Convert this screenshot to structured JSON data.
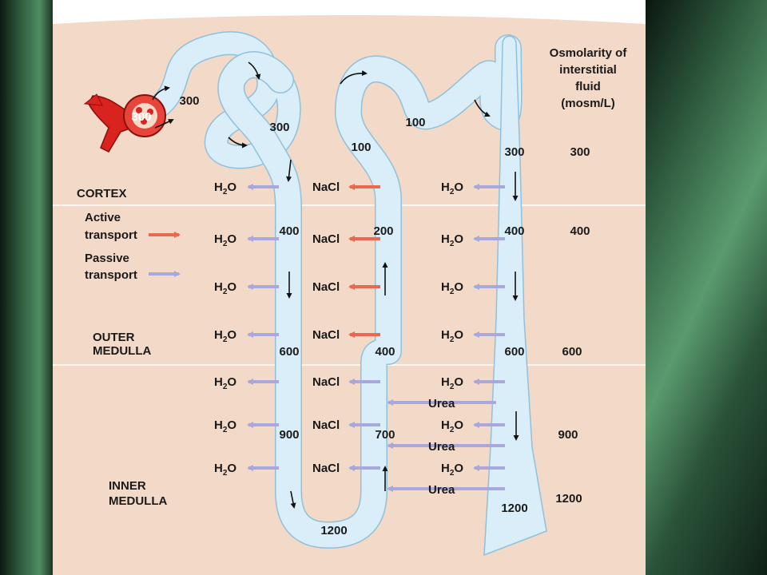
{
  "colors": {
    "background": "#f2d9c8",
    "tubule": "#d9eef8",
    "tubule_outline": "#8fc1dc",
    "active_arrow": "#e8694f",
    "passive_arrow": "#a9a8dc",
    "vessel": "#d9231f"
  },
  "header": {
    "line1": "Osmolarity of",
    "line2": "interstitial",
    "line3": "fluid",
    "line4": "(mosm/L)"
  },
  "zones": {
    "cortex": "CORTEX",
    "outer_1": "OUTER",
    "outer_2": "MEDULLA",
    "inner_1": "INNER",
    "inner_2": "MEDULLA"
  },
  "legend": {
    "active_1": "Active",
    "active_2": "transport",
    "passive_1": "Passive",
    "passive_2": "transport"
  },
  "interstitial": [
    "300",
    "400",
    "600",
    "900",
    "1200"
  ],
  "tubule_values": {
    "glomerulus": "300",
    "proximal": "300",
    "proximal_2": "300",
    "desc_400": "400",
    "desc_600": "600",
    "desc_900": "900",
    "loop_bottom": "1200",
    "asc_700": "700",
    "asc_400": "400",
    "asc_200": "200",
    "distal_100a": "100",
    "distal_100b": "100",
    "collect_300": "300",
    "collect_400": "400",
    "collect_600": "600",
    "collect_1200": "1200"
  },
  "molecules": {
    "water_base": "H",
    "water_sub": "2",
    "water_end": "O",
    "salt": "NaCl",
    "urea": "Urea"
  }
}
